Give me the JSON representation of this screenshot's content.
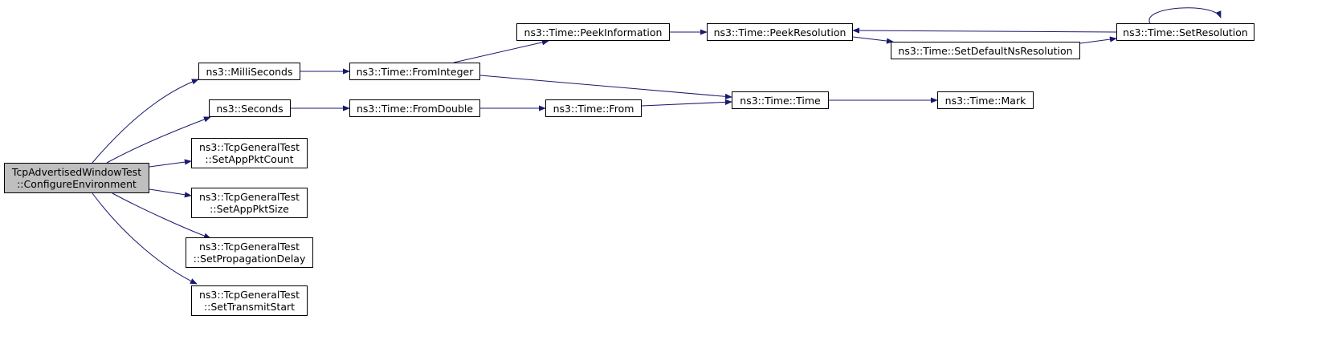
{
  "colors": {
    "edge": "#191970",
    "root_fill": "#bfbfbf",
    "node_fill": "#ffffff",
    "border": "#000000"
  },
  "nodes": [
    {
      "id": "root",
      "lines": [
        "TcpAdvertisedWindowTest",
        "::ConfigureEnvironment"
      ],
      "root": true
    },
    {
      "id": "millis",
      "lines": [
        "ns3::MilliSeconds"
      ]
    },
    {
      "id": "seconds",
      "lines": [
        "ns3::Seconds"
      ]
    },
    {
      "id": "setcount",
      "lines": [
        "ns3::TcpGeneralTest",
        "::SetAppPktCount"
      ]
    },
    {
      "id": "setsize",
      "lines": [
        "ns3::TcpGeneralTest",
        "::SetAppPktSize"
      ]
    },
    {
      "id": "setprop",
      "lines": [
        "ns3::TcpGeneralTest",
        "::SetPropagationDelay"
      ]
    },
    {
      "id": "settx",
      "lines": [
        "ns3::TcpGeneralTest",
        "::SetTransmitStart"
      ]
    },
    {
      "id": "fromint",
      "lines": [
        "ns3::Time::FromInteger"
      ]
    },
    {
      "id": "fromdbl",
      "lines": [
        "ns3::Time::FromDouble"
      ]
    },
    {
      "id": "peekinfo",
      "lines": [
        "ns3::Time::PeekInformation"
      ]
    },
    {
      "id": "from",
      "lines": [
        "ns3::Time::From"
      ]
    },
    {
      "id": "peekres",
      "lines": [
        "ns3::Time::PeekResolution"
      ]
    },
    {
      "id": "time",
      "lines": [
        "ns3::Time::Time"
      ]
    },
    {
      "id": "setdef",
      "lines": [
        "ns3::Time::SetDefaultNsResolution"
      ]
    },
    {
      "id": "mark",
      "lines": [
        "ns3::Time::Mark"
      ]
    },
    {
      "id": "setres",
      "lines": [
        "ns3::Time::SetResolution"
      ]
    }
  ],
  "edges": [
    [
      "root",
      "millis"
    ],
    [
      "root",
      "seconds"
    ],
    [
      "root",
      "setcount"
    ],
    [
      "root",
      "setsize"
    ],
    [
      "root",
      "setprop"
    ],
    [
      "root",
      "settx"
    ],
    [
      "millis",
      "fromint"
    ],
    [
      "seconds",
      "fromdbl"
    ],
    [
      "fromint",
      "peekinfo"
    ],
    [
      "fromint",
      "time"
    ],
    [
      "fromdbl",
      "from"
    ],
    [
      "from",
      "time"
    ],
    [
      "peekinfo",
      "peekres"
    ],
    [
      "peekres",
      "setdef"
    ],
    [
      "setdef",
      "setres"
    ],
    [
      "setres",
      "peekres"
    ],
    [
      "setres",
      "setres"
    ],
    [
      "time",
      "mark"
    ]
  ]
}
